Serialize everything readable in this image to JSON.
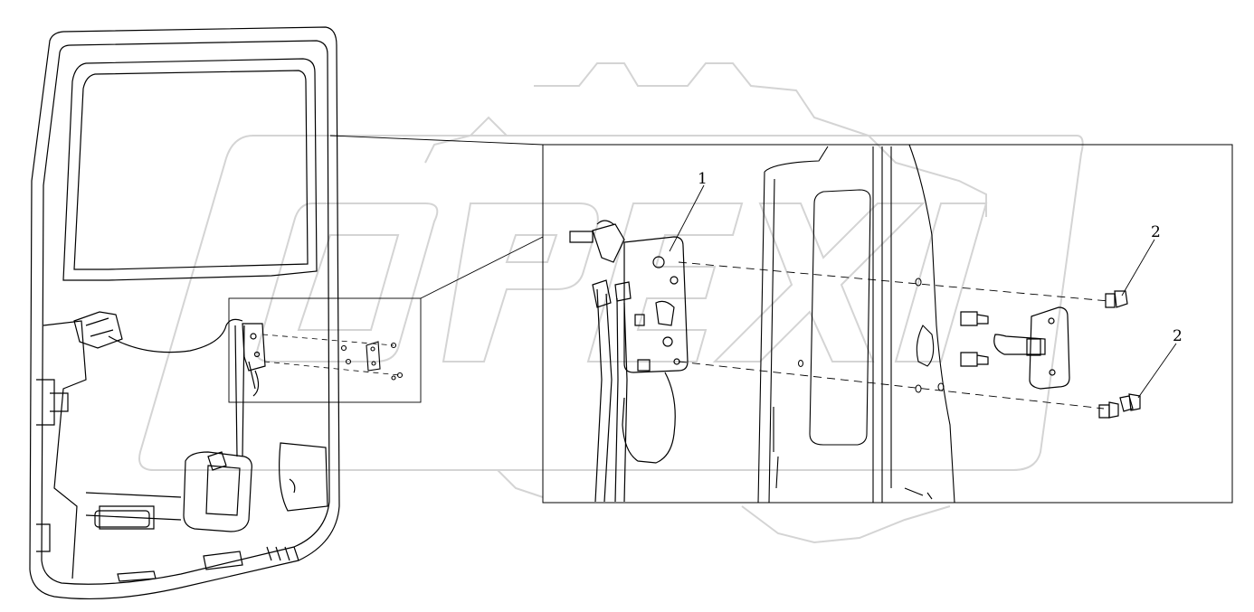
{
  "watermark": {
    "brand": "OPEX",
    "color": "#d9d9d9"
  },
  "callouts": [
    {
      "id": "callout-1",
      "text": "1"
    },
    {
      "id": "callout-2a",
      "text": "2"
    },
    {
      "id": "callout-2b",
      "text": "2"
    }
  ],
  "colors": {
    "line": "#000000",
    "background": "#ffffff"
  }
}
